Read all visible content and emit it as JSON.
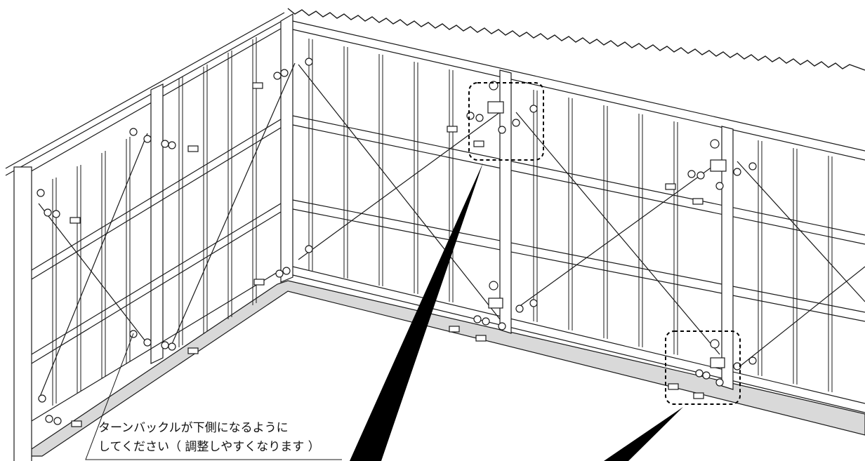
{
  "annotation": {
    "line1": "ターンバックルが下側になるように",
    "line2": "してください（ 調整しやすくなります ）"
  },
  "callouts": [
    {
      "name": "upper-turnbuckle-detail"
    },
    {
      "name": "lower-turnbuckle-detail"
    }
  ],
  "colors": {
    "line": "#1a1a1a",
    "base": "#d9d9d9",
    "callout_pointer": "#000000"
  }
}
